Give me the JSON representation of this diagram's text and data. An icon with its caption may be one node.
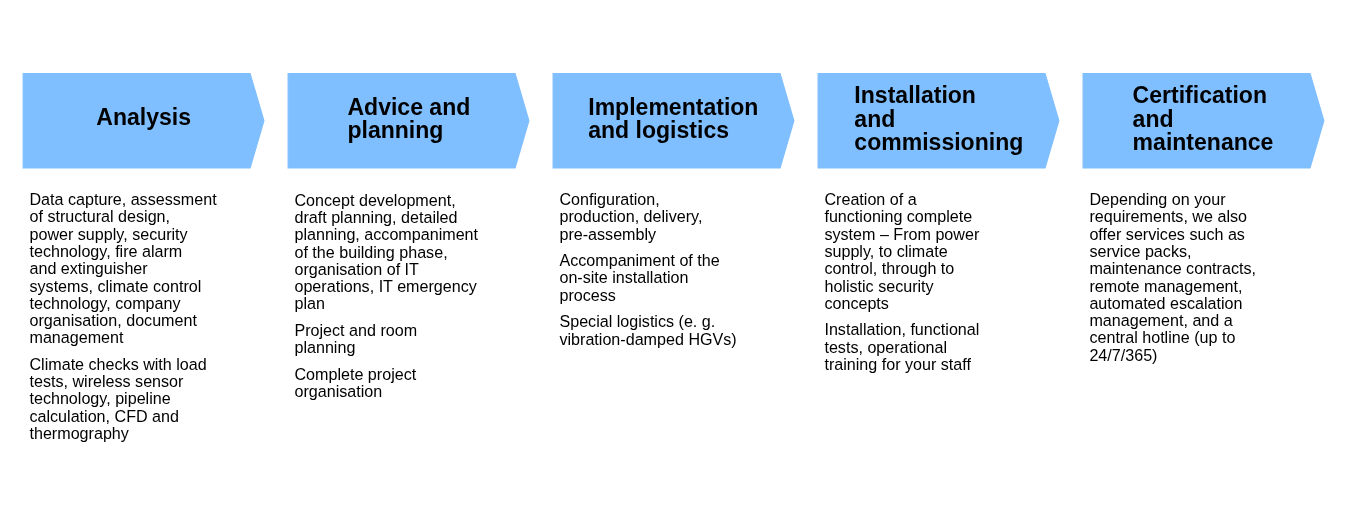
{
  "diagram": {
    "nodes": [
      {
        "text": [
          "Analysis"
        ],
        "beside": [
          "Data capture, assessment of structural design, power supply, security technology, fire alarm and extinguisher systems, climate control technology, company organisation, document management",
          "Climate checks with load tests, wireless sensor technology, pipeline calculation, CFD and thermography"
        ]
      },
      {
        "text": [
          "Advice and planning"
        ],
        "beside": [
          "Concept development, draft planning, detailed planning, accompaniment of the building phase, organisation of IT operations, IT emergency plan",
          "Project and room planning",
          "Complete project organisation"
        ]
      },
      {
        "text": [
          "Implementation and logistics"
        ],
        "beside": [
          "Configuration, production, delivery, pre-assembly",
          "Accompaniment of the on-site installation process",
          "Special logistics (e. g. vibration-damped HGVs)"
        ]
      },
      {
        "text": [
          "Installation and commissioning"
        ],
        "beside": [
          "Creation of a functioning complete system – From power supply, to climate control, through to holistic security concepts",
          "Installation, functional tests, operational training for your staff"
        ]
      },
      {
        "text": [
          "Certification and maintenance"
        ],
        "beside": [
          "Depending on your requirements, we also offer services such as service packs, maintenance contracts, remote management, automated escalation management, and a central hotline (up to 24/7/365)"
        ]
      }
    ]
  }
}
